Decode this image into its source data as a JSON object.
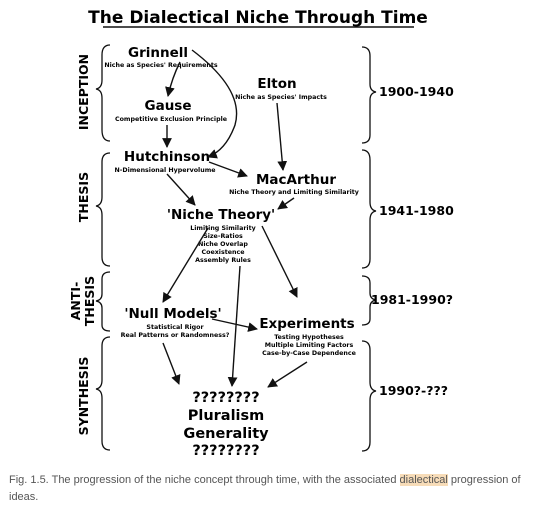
{
  "title": "The Dialectical Niche Through Time",
  "phases": [
    "INCEPTION",
    "THESIS",
    "ANTI-",
    "THESIS",
    "SYNTHESIS"
  ],
  "eras": [
    "1900-1940",
    "1941-1980",
    "1981-1990?",
    "1990?-???"
  ],
  "nodes": {
    "grinnell": {
      "name": "Grinnell",
      "sub": "Niche as Species' Requirements"
    },
    "elton": {
      "name": "Elton",
      "sub": "Niche as Species' Impacts"
    },
    "gause": {
      "name": "Gause",
      "sub": "Competitive Exclusion Principle"
    },
    "hutchinson": {
      "name": "Hutchinson",
      "sub": "N-Dimensional Hypervolume"
    },
    "macarthur": {
      "name": "MacArthur",
      "sub": "Niche Theory and Limiting Similarity"
    },
    "niche_theory": {
      "name": "'Niche Theory'",
      "items": [
        "Limiting Similarity",
        "Size-Ratios",
        "Niche Overlap",
        "Coexistence",
        "Assembly Rules"
      ]
    },
    "null_models": {
      "name": "'Null Models'",
      "items": [
        "Statistical Rigor",
        "Real Patterns or Randomness?"
      ]
    },
    "experiments": {
      "name": "Experiments",
      "items": [
        "Testing Hypotheses",
        "Multiple Limiting Factors",
        "Case-by-Case Dependence"
      ]
    },
    "synthesis": {
      "lines": [
        "????????",
        "Pluralism",
        "Generality",
        "????????"
      ]
    }
  },
  "caption": {
    "before": "Fig. 1.5. The progression of the niche concept through time, with the associated ",
    "highlight": "dialectical",
    "after": " progression of ideas."
  }
}
